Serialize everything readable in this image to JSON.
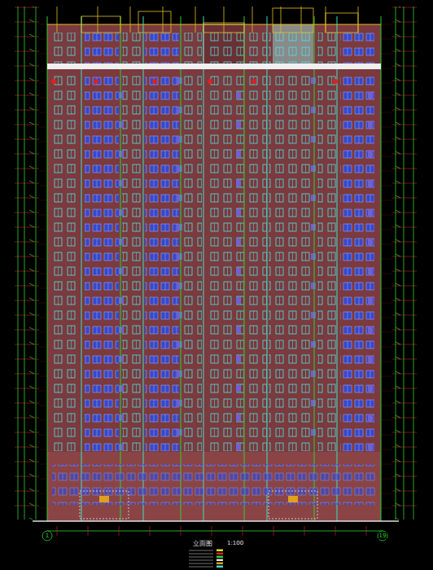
{
  "diagram": {
    "title": "立面图",
    "labels": [
      "1:100",
      "1",
      "19"
    ]
  }
}
